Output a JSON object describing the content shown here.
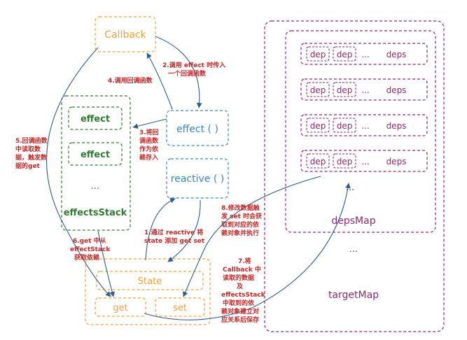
{
  "colors": {
    "orange": "#f2a23a",
    "blue": "#3a86c8",
    "green": "#2e7d32",
    "purple": "#8e2a6e",
    "note_red": "#c62828",
    "arrow": "#2f5f8f"
  },
  "callback": {
    "label": "Callback"
  },
  "effect_fn": {
    "label": "effect ( )"
  },
  "reactive_fn": {
    "label": "reactive ( )"
  },
  "effects_stack": {
    "items": [
      "effect",
      "effect"
    ],
    "ellipsis": "...",
    "label": "effectsStack"
  },
  "state": {
    "label": "State",
    "get_label": "get",
    "set_label": "set"
  },
  "deps_map": {
    "rows": [
      {
        "dep1": "dep",
        "dep2": "dep",
        "ellipsis": "...",
        "deps": "deps"
      },
      {
        "dep1": "dep",
        "dep2": "dep",
        "ellipsis": "...",
        "deps": "deps"
      },
      {
        "dep1": "dep",
        "dep2": "dep",
        "ellipsis": "...",
        "deps": "deps"
      },
      {
        "dep1": "dep",
        "dep2": "dep",
        "ellipsis": "...",
        "deps": "deps"
      }
    ],
    "ellipsis": "...",
    "label": "depsMap"
  },
  "target_map": {
    "ellipsis": "...",
    "label": "targetMap"
  },
  "notes": {
    "n1": [
      "1.通过 reactive 将",
      "state 添加 get set"
    ],
    "n2": [
      "2.调用 effect 时传入",
      "一个回调函数"
    ],
    "n3": [
      "3.将回",
      "调函数",
      "作为依",
      "赖存入"
    ],
    "n4": [
      "4.调用回调函数"
    ],
    "n5": [
      "5.回调函数",
      "中读取数",
      "据，触发数",
      "据的get"
    ],
    "n6": [
      "6.get 中从",
      "effectStack",
      "获取依赖"
    ],
    "n7": [
      "7.将",
      "Callback 中",
      "读取的数据",
      "及",
      "effectsStack",
      "中取到的依",
      "赖对象建立对",
      "应关系后保存"
    ],
    "n8": [
      "8.修改数据触",
      "发 set 时会获",
      "取到对应的依",
      "赖对象并执行"
    ]
  }
}
